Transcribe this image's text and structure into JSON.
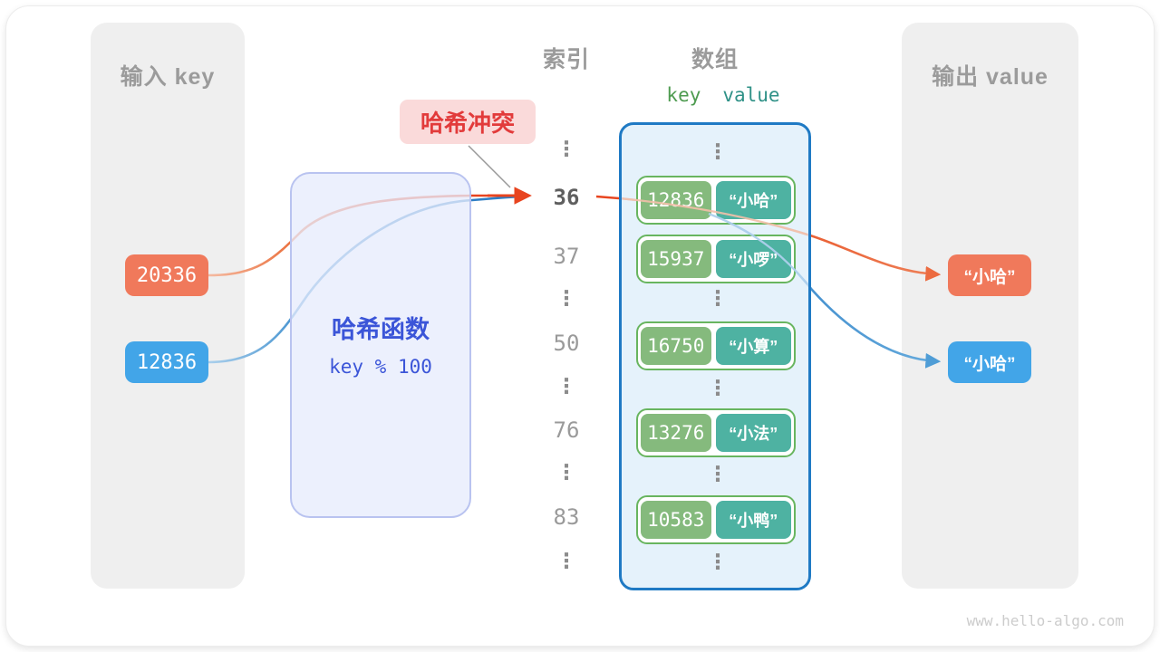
{
  "ellipsis": "⋮",
  "watermark": "www.hello-algo.com",
  "input_panel": {
    "title": "输入 key",
    "keys": [
      {
        "value": "20336",
        "color": "#f0795b"
      },
      {
        "value": "12836",
        "color": "#42a5e8"
      }
    ]
  },
  "hash_box": {
    "title": "哈希函数",
    "formula": "key % 100",
    "text_color": "#3b55d8"
  },
  "collision_label": {
    "text": "哈希冲突"
  },
  "index_column": {
    "title": "索引",
    "items": [
      "36",
      "37",
      "50",
      "76",
      "83"
    ],
    "highlighted": "36"
  },
  "array": {
    "title": "数组",
    "key_header": "key",
    "value_header": "value",
    "pairs": [
      {
        "key": "12836",
        "value": "“小哈”"
      },
      {
        "key": "15937",
        "value": "“小啰”"
      },
      {
        "key": "16750",
        "value": "“小算”"
      },
      {
        "key": "13276",
        "value": "“小法”"
      },
      {
        "key": "10583",
        "value": "“小鸭”"
      }
    ]
  },
  "output_panel": {
    "title": "输出 value",
    "values": [
      {
        "text": "“小哈”",
        "color": "#f0795b"
      },
      {
        "text": "“小哈”",
        "color": "#42a5e8"
      }
    ]
  },
  "colors": {
    "panel_bg": "#efefef",
    "heading_text": "#9b9b9b",
    "orange_box": "#f0795b",
    "blue_box": "#42a5e8",
    "key_green": "#85ba7d",
    "value_teal": "#4eb2a2",
    "pair_border": "#68b55f",
    "array_border": "#1f7ac4",
    "array_fill": "#deeffa",
    "hash_box_fill": "#e7ecfc",
    "hash_box_border": "#b9c3f0",
    "collision_bg": "#fadada",
    "collision_text": "#e23b3b",
    "arrow_red": "#e8441f",
    "arrow_blue": "#2e7ec5",
    "key_header_green": "#4e9b50",
    "value_header_teal": "#2f9187"
  }
}
